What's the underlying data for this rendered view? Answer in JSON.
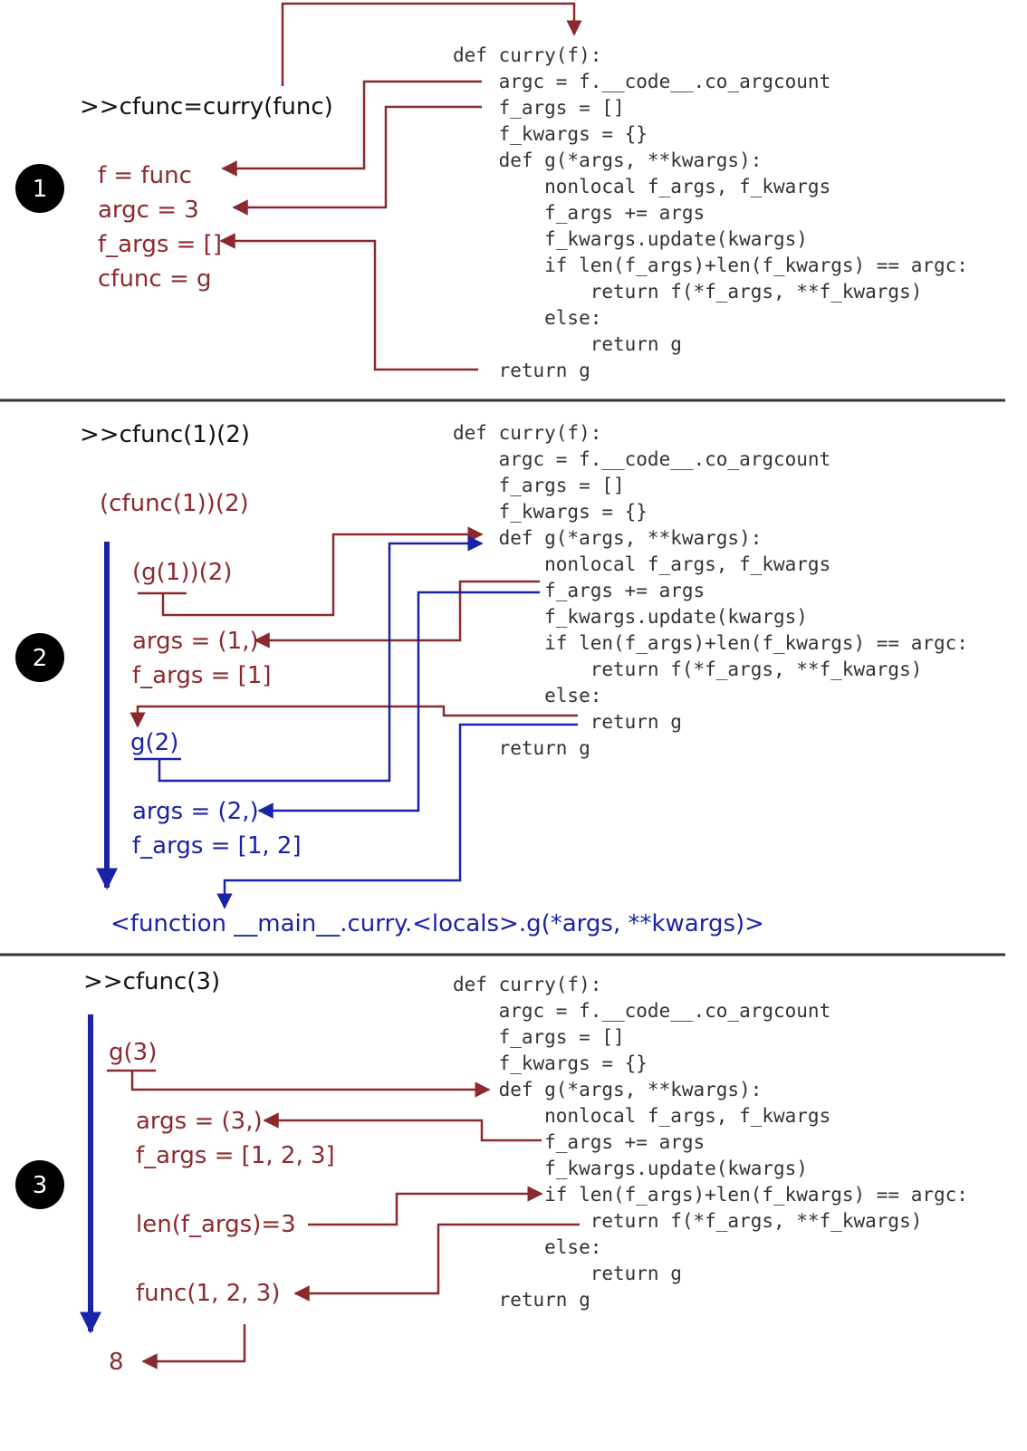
{
  "code": [
    "def curry(f):",
    "    argc = f.__code__.co_argcount",
    "    f_args = []",
    "    f_kwargs = {}",
    "    def g(*args, **kwargs):",
    "        nonlocal f_args, f_kwargs",
    "        f_args += args",
    "        f_kwargs.update(kwargs)",
    "        if len(f_args)+len(f_kwargs) == argc:",
    "            return f(*f_args, **f_kwargs)",
    "        else:",
    "            return g",
    "    return g"
  ],
  "panels": [
    {
      "badge": "1",
      "prompt": ">>cfunc=curry(func)",
      "labels": [
        "f = func",
        "argc = 3",
        "f_args = []",
        "cfunc = g"
      ]
    },
    {
      "badge": "2",
      "prompt": ">>cfunc(1)(2)",
      "labels": [
        "(cfunc(1))(2)",
        "(g(1))(2)",
        "args = (1,)",
        "f_args = [1]",
        "g(2)",
        "args = (2,)",
        "f_args = [1, 2]",
        "<function __main__.curry.<locals>.g(*args, **kwargs)>"
      ]
    },
    {
      "badge": "3",
      "prompt": ">>cfunc(3)",
      "labels": [
        "g(3)",
        "args = (3,)",
        "f_args = [1, 2, 3]",
        "len(f_args)=3",
        "func(1, 2, 3)",
        "8"
      ]
    }
  ],
  "colors": {
    "red": "#8b2a2e",
    "blue": "#1a22a8",
    "black": "#111111",
    "divider": "#333333"
  }
}
